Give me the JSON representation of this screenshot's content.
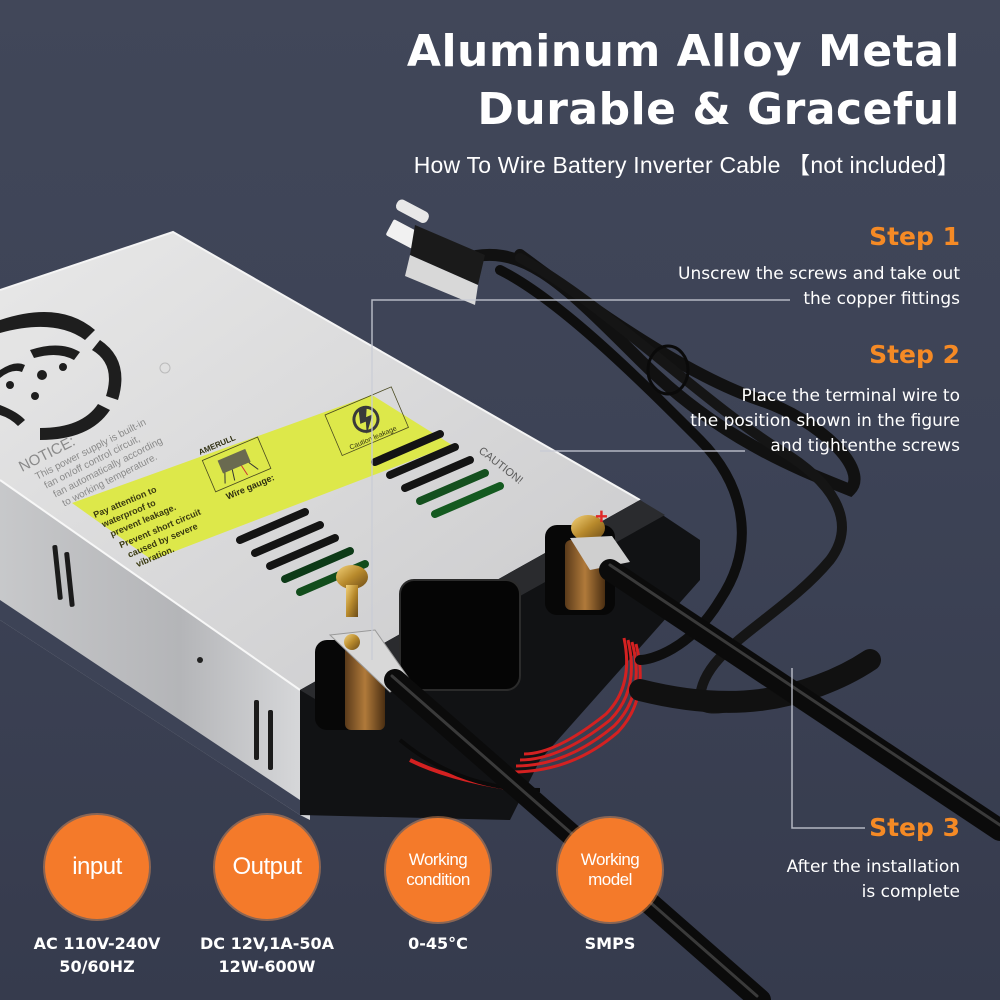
{
  "header": {
    "title_line1": "Aluminum Alloy Metal",
    "title_line2": "Durable & Graceful",
    "subtitle": "How To Wire Battery Inverter Cable 【not included】"
  },
  "steps": [
    {
      "title": "Step 1",
      "lines": [
        "Unscrew the screws and take out",
        "the copper fittings"
      ]
    },
    {
      "title": "Step 2",
      "lines": [
        "Place the terminal wire to",
        "the position shown in the figure",
        "and tightenthe screws"
      ]
    },
    {
      "title": "Step 3",
      "lines": [
        "After the installation",
        "is complete"
      ]
    }
  ],
  "specs": [
    {
      "label": "input",
      "value_lines": [
        "AC 110V-240V",
        "50/60HZ"
      ]
    },
    {
      "label": "Output",
      "value_lines": [
        "DC 12V,1A-50A",
        "12W-600W"
      ]
    },
    {
      "label_lines": [
        "Working",
        "condition"
      ],
      "value_lines": [
        "0-45°C"
      ]
    },
    {
      "label_lines": [
        "Working",
        "model"
      ],
      "value_lines": [
        "SMPS"
      ]
    }
  ],
  "product_labels": {
    "notice_title": "NOTICE:",
    "notice_text": [
      "This power supply is built-in",
      "fan on/off control circuit,",
      "fan automatically according",
      "to working temperature."
    ],
    "sticker_warnings": [
      "Pay attention to",
      "waterproof to",
      "prevent leakage.",
      "Prevent short circuit",
      "caused by severe",
      "vibration."
    ],
    "sticker_brand": "AMERULL",
    "sticker_wire_gauge": "Wire gauge:",
    "sticker_caution": "Caution leakage",
    "caution_label": "CAUTION!",
    "positive_mark": "+"
  },
  "colors": {
    "background": "#3f4558",
    "accent_orange": "#f47a2a",
    "step_orange": "#f58a25",
    "sticker_yellow": "#dde84a",
    "text_white": "#ffffff"
  }
}
